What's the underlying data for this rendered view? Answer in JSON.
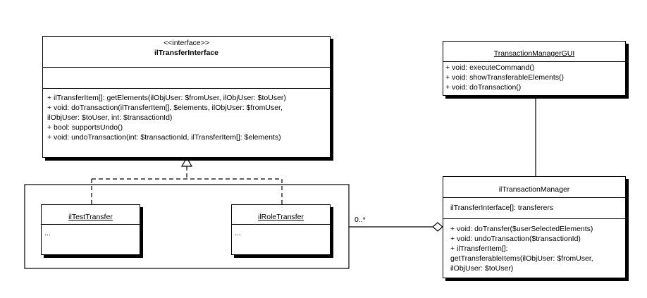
{
  "interface_class": {
    "stereotype": "<<interface>>",
    "name": "ilTransferInterface",
    "attributes": [],
    "methods": [
      "+ ilTransferItem[]: getElements(ilObjUser: $fromUser, ilObjUser: $toUser)",
      "+ void: doTransaction(ilTransferItem[], $elements, ilObjUser: $fromUser,",
      "ilObjUser: $toUser, int: $transactionId)",
      "+ bool: supportsUndo()",
      "+ void: undoTransaction(int: $transactionId, ilTransferItem[]: $elements)"
    ]
  },
  "test_transfer": {
    "name": "ilTestTransfer",
    "body": "..."
  },
  "role_transfer": {
    "name": "ilRoleTransfer",
    "body": "..."
  },
  "gui_class": {
    "name": "TransactionManagerGUI",
    "methods": [
      "+ void: executeCommand()",
      "+ void: showTransferableElements()",
      "+ void: doTransaction()"
    ]
  },
  "manager_class": {
    "name": "ilTransactionManager",
    "attributes": [
      "ilTransferInterface[]: transferers"
    ],
    "methods": [
      "+ void: doTransfer($userSelectedElements)",
      "+ void: undoTransaction($transactionId)",
      "+ ilTransferItem[]:",
      "getTransferableItems(ilObjUser: $fromUser,",
      "ilObjUser: $toUser)"
    ]
  },
  "multiplicity": "0..*"
}
